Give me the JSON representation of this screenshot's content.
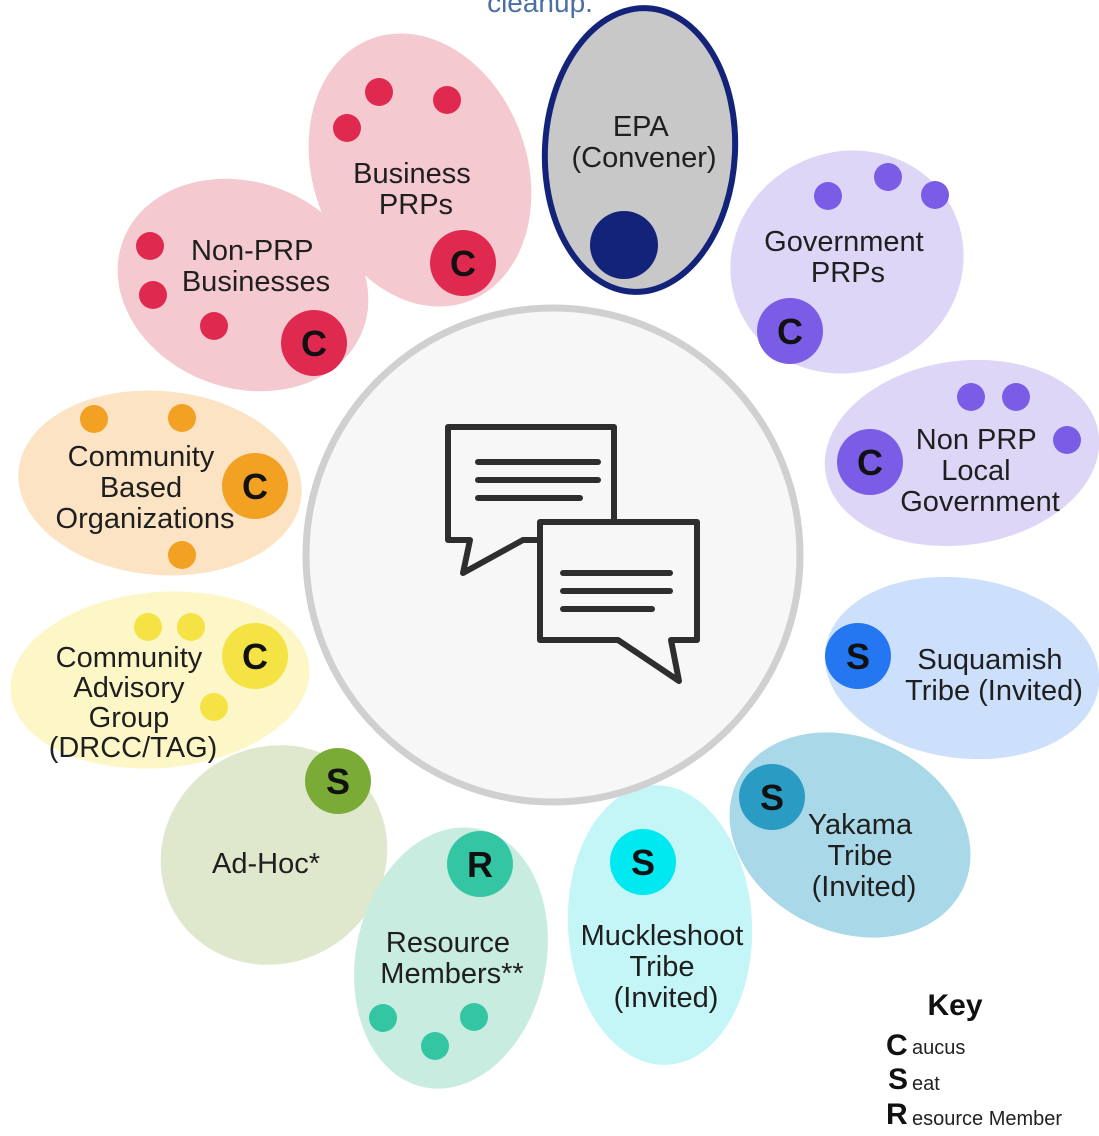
{
  "top_text": "cleanup.",
  "center_icon": "chat-bubbles-icon",
  "petals": [
    {
      "id": "epa",
      "lines": [
        "EPA",
        "(Convener)"
      ],
      "badge": ""
    },
    {
      "id": "business-prps",
      "lines": [
        "Business",
        "PRPs"
      ],
      "badge": "C"
    },
    {
      "id": "non-prp-businesses",
      "lines": [
        "Non-PRP",
        "Businesses"
      ],
      "badge": "C"
    },
    {
      "id": "government-prps",
      "lines": [
        "Government",
        "PRPs"
      ],
      "badge": "C"
    },
    {
      "id": "non-prp-local-government",
      "lines": [
        "Non PRP",
        "Local",
        "Government"
      ],
      "badge": "C"
    },
    {
      "id": "community-based-organizations",
      "lines": [
        "Community",
        "Based",
        "Organizations"
      ],
      "badge": "C"
    },
    {
      "id": "community-advisory-group",
      "lines": [
        "Community",
        "Advisory",
        "Group",
        "(DRCC/TAG)"
      ],
      "badge": "C"
    },
    {
      "id": "suquamish-tribe",
      "lines": [
        "Suquamish",
        "Tribe (Invited)"
      ],
      "badge": "S"
    },
    {
      "id": "yakama-tribe",
      "lines": [
        "Yakama",
        "Tribe",
        "(Invited)"
      ],
      "badge": "S"
    },
    {
      "id": "ad-hoc",
      "lines": [
        "Ad-Hoc*"
      ],
      "badge": "S"
    },
    {
      "id": "resource-members",
      "lines": [
        "Resource",
        "Members**"
      ],
      "badge": "R"
    },
    {
      "id": "muckleshoot-tribe",
      "lines": [
        "Muckleshoot",
        "Tribe",
        "(Invited)"
      ],
      "badge": "S"
    }
  ],
  "key": {
    "title": "Key",
    "items": [
      {
        "letter": "C",
        "word": "aucus"
      },
      {
        "letter": "S",
        "word": "eat"
      },
      {
        "letter": "R",
        "word": "esource Member"
      }
    ]
  },
  "colors": {
    "red": "#e0294f",
    "pink_petal": "#f4c9d0",
    "purple": "#7b5ce6",
    "lavender_petal": "#ddd6f7",
    "orange": "#f2a122",
    "peach_petal": "#fbe3c4",
    "yellow": "#f5e245",
    "cream_petal": "#fdf7c8",
    "green": "#7aab37",
    "sage_petal": "#dfe8cd",
    "teal": "#34c6a3",
    "mint_petal": "#c9ece0",
    "cyan": "#00e8f0",
    "aqua_petal": "#c4f5f7",
    "blue": "#2477f0",
    "sky_petal": "#cde0fb",
    "steel": "#2a9cc3",
    "steel_petal": "#a9d8e8",
    "navy": "#14237a",
    "gray_petal": "#c8c8c8"
  }
}
